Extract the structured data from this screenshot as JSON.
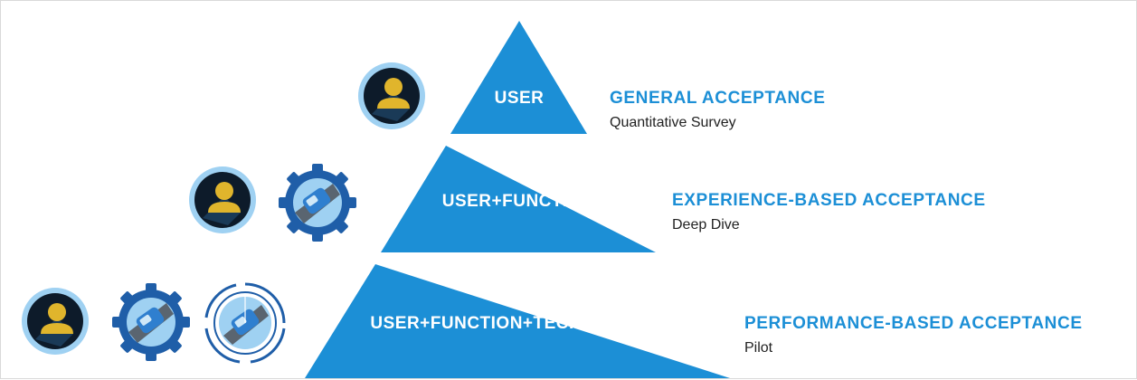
{
  "colors": {
    "pyramid": "#1c8fd6",
    "title": "#1c8fd6",
    "icon_ring": "#9fd1f2",
    "icon_dark": "#0d1b2a",
    "icon_person": "#e0b52c",
    "icon_gear": "#1f5ea8"
  },
  "tiers": [
    {
      "label": "USER",
      "title": "GENERAL ACCEPTANCE",
      "subtitle": "Quantitative Survey",
      "icons": [
        "user-icon"
      ]
    },
    {
      "label": "USER+FUNCTION",
      "title": "EXPERIENCE-BASED ACCEPTANCE",
      "subtitle": "Deep Dive",
      "icons": [
        "user-icon",
        "function-gear-icon"
      ]
    },
    {
      "label": "USER+FUNCTION+TECHNOLOGY",
      "title": "PERFORMANCE-BASED ACCEPTANCE",
      "subtitle": "Pilot",
      "icons": [
        "user-icon",
        "function-gear-icon",
        "technology-radar-icon"
      ]
    }
  ]
}
